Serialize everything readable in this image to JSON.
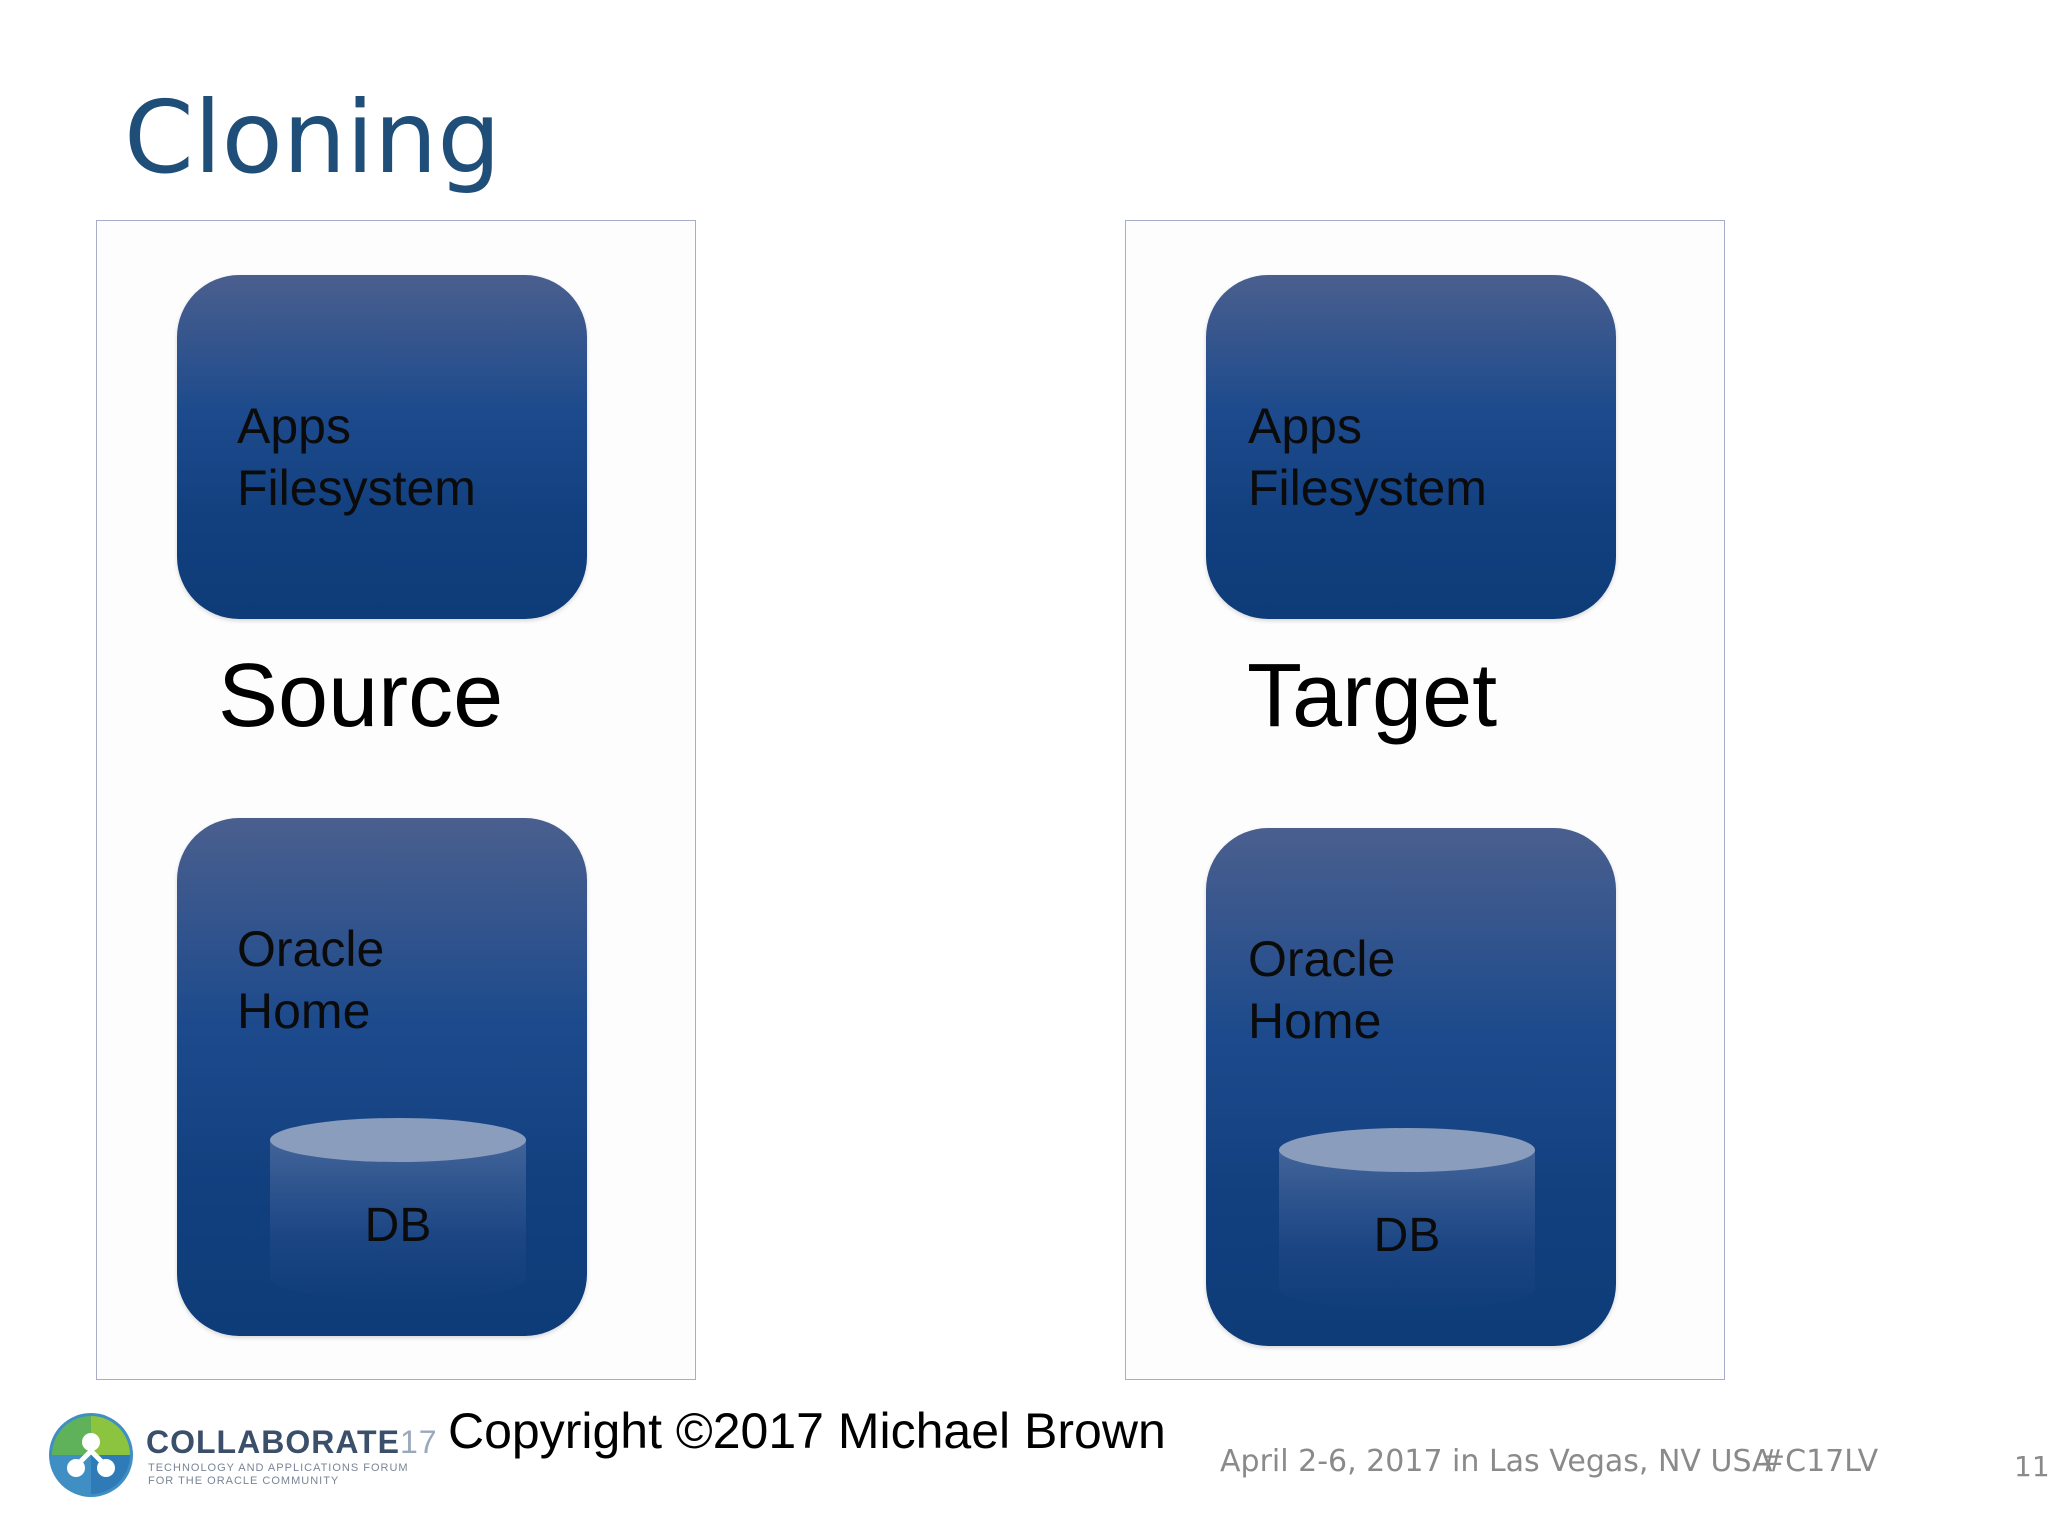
{
  "slide": {
    "title": "Cloning",
    "number": "11"
  },
  "source": {
    "apps_label": "Apps\nFilesystem",
    "role_label": "Source",
    "oracle_label": "Oracle\nHome",
    "db_label": "DB"
  },
  "target": {
    "apps_label": "Apps\nFilesystem",
    "role_label": "Target",
    "oracle_label": "Oracle\nHome",
    "db_label": "DB"
  },
  "footer": {
    "brand_name": "COLLABORATE",
    "brand_number": "17",
    "brand_tagline": "TECHNOLOGY AND APPLICATIONS FORUM\nFOR THE ORACLE COMMUNITY",
    "copyright": "Copyright ©2017 Michael Brown",
    "event": "April 2-6, 2017 in Las Vegas, NV USA",
    "hashtag": "#C17LV"
  },
  "colors": {
    "title": "#1f4e79",
    "block_top": "#4a5f8e",
    "block_bottom": "#0e3c78",
    "panel_border": "#a7acc9",
    "footer_text": "#8a8a8a"
  }
}
